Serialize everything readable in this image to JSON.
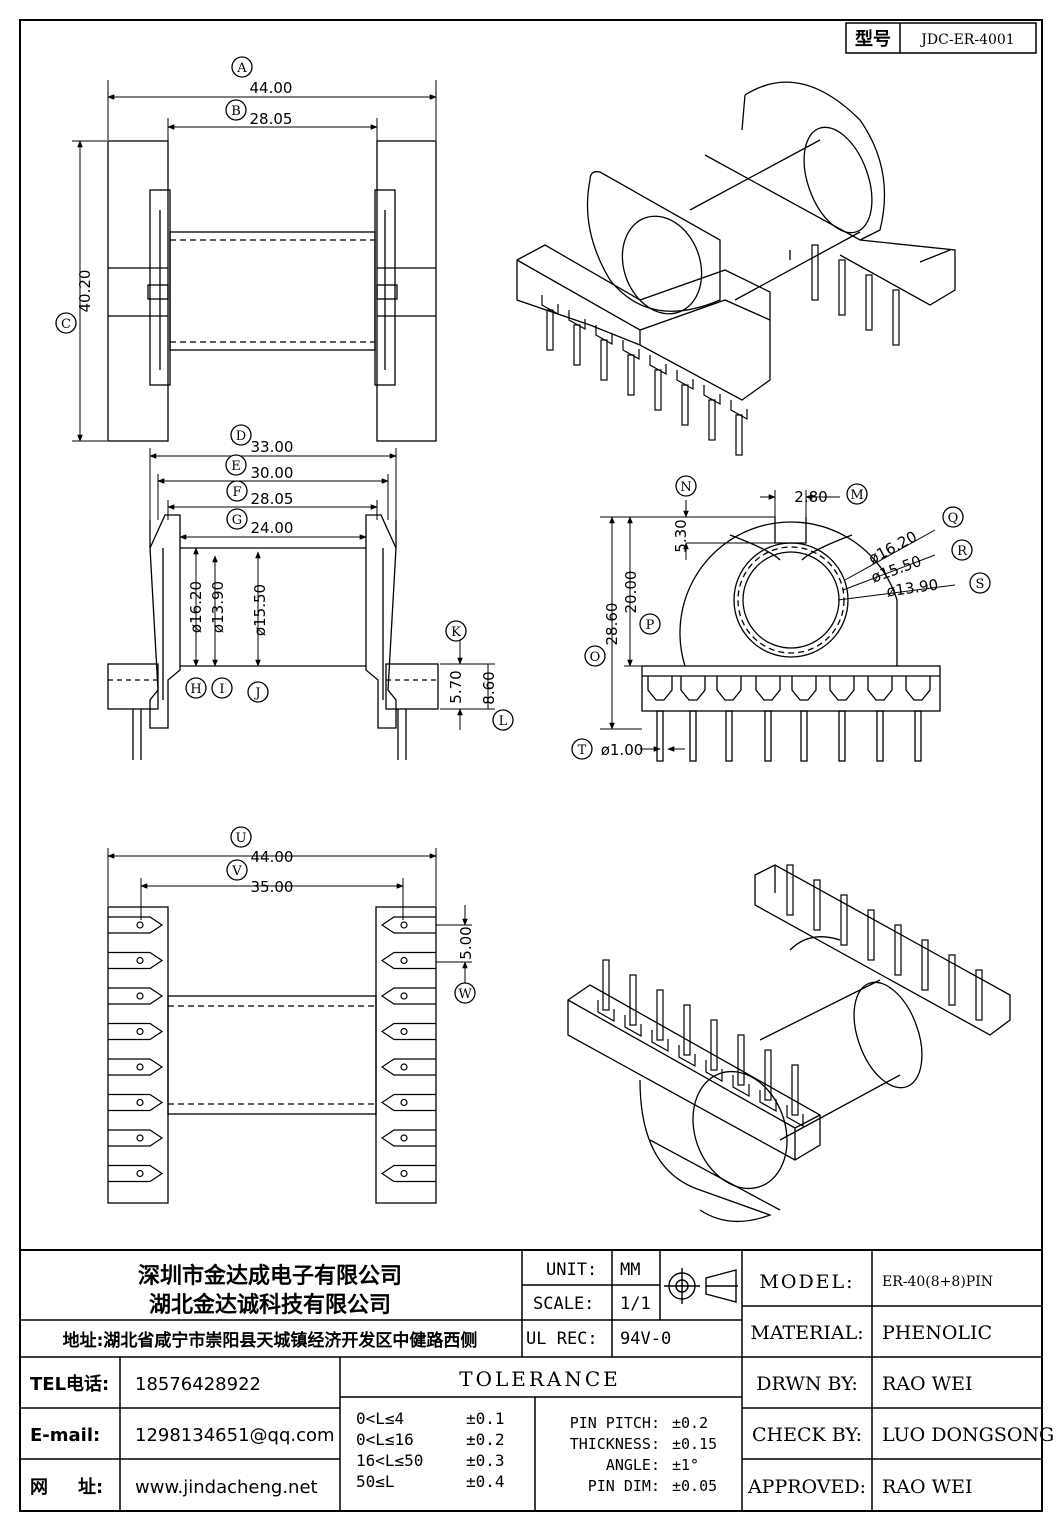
{
  "model_box": {
    "label": "型号",
    "value": "JDC-ER-4001"
  },
  "dims": {
    "A": {
      "letter": "A",
      "value": "44.00"
    },
    "B": {
      "letter": "B",
      "value": "28.05"
    },
    "C": {
      "letter": "C",
      "value": "40.20"
    },
    "D": {
      "letter": "D",
      "value": "33.00"
    },
    "E": {
      "letter": "E",
      "value": "30.00"
    },
    "F": {
      "letter": "F",
      "value": "28.05"
    },
    "G": {
      "letter": "G",
      "value": "24.00"
    },
    "H": {
      "letter": "H",
      "value": "ø16.20"
    },
    "I": {
      "letter": "I",
      "value": "ø13.90"
    },
    "J": {
      "letter": "J",
      "value": "ø15.50"
    },
    "K": {
      "letter": "K",
      "value": "5.70"
    },
    "L": {
      "letter": "L",
      "value": "8.60"
    },
    "M": {
      "letter": "M",
      "value": "2.80"
    },
    "N": {
      "letter": "N",
      "value": "5.30"
    },
    "O": {
      "letter": "O",
      "value": "28.60"
    },
    "P": {
      "letter": "P",
      "value": "20.00"
    },
    "Q": {
      "letter": "Q",
      "value": "ø16.20"
    },
    "R": {
      "letter": "R",
      "value": "ø15.50"
    },
    "S": {
      "letter": "S",
      "value": "ø13.90"
    },
    "T": {
      "letter": "T",
      "value": "ø1.00"
    },
    "U": {
      "letter": "U",
      "value": "44.00"
    },
    "V": {
      "letter": "V",
      "value": "35.00"
    },
    "W": {
      "letter": "W",
      "value": "5.00"
    }
  },
  "title_block": {
    "company_1": "深圳市金达成电子有限公司",
    "company_2": "湖北金达诚科技有限公司",
    "address": "地址:湖北省咸宁市崇阳县天城镇经济开发区中健路西侧",
    "tel_label": "TEL电话:",
    "tel_value": "18576428922",
    "email_label": "E-mail:",
    "email_value": "1298134651@qq.com",
    "web_label_1": "网",
    "web_label_2": "址:",
    "web_value": "www.jindacheng.net",
    "unit_label": "UNIT:",
    "unit_value": "MM",
    "scale_label": "SCALE:",
    "scale_value": "1/1",
    "ulrec_label": "UL REC:",
    "ulrec_value": "94V-0",
    "tolerance_title": "TOLERANCE",
    "tolerances": [
      {
        "range": "0<L≤4",
        "value": "±0.1"
      },
      {
        "range": "0<L≤16",
        "value": "±0.2"
      },
      {
        "range": "16<L≤50",
        "value": "±0.3"
      },
      {
        "range": "50≤L",
        "value": "±0.4"
      }
    ],
    "specs": [
      {
        "label": "PIN PITCH:",
        "value": "±0.2"
      },
      {
        "label": "THICKNESS:",
        "value": "±0.15"
      },
      {
        "label": "ANGLE:",
        "value": "±1°"
      },
      {
        "label": "PIN DIM:",
        "value": "±0.05"
      }
    ],
    "model_label": "MODEL:",
    "model_value": "ER-40(8+8)PIN",
    "material_label": "MATERIAL:",
    "material_value": "PHENOLIC",
    "drawn_label": "DRWN BY:",
    "drawn_value": "RAO WEI",
    "check_label": "CHECK BY:",
    "check_value": "LUO DONGSONG",
    "approved_label": "APPROVED:",
    "approved_value": "RAO WEI"
  }
}
